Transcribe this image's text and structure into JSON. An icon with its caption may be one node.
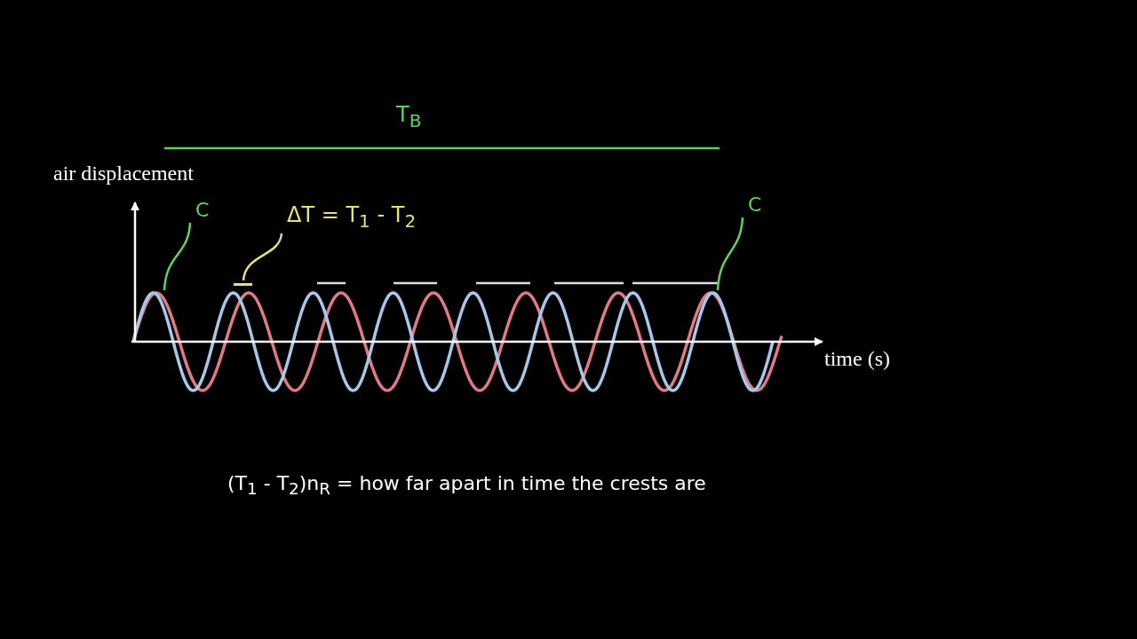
{
  "diagram": {
    "nodes": [
      {
        "text": [
          "C"
        ]
      },
      {
        "text": [
          "ΔT = T$_{1}$ - T$_{2}$"
        ]
      },
      {
        "text": [
          "C"
        ]
      },
      {
        "text": [],
        "shape": "bar"
      },
      {
        "text": [],
        "shape": "picture"
      }
    ],
    "edges": [
      {
        "from": 0,
        "to": 4,
        "arrow": "none"
      },
      {
        "from": 1,
        "to": 3,
        "arrow": "none",
        "color": "#e8e070"
      },
      {
        "from": 2,
        "to": 4,
        "arrow": "none"
      }
    ],
    "labels": [
      "T$_{B}$",
      "air displacement",
      "time (s)",
      "(T$_{1}$ - T$_{2}$)n$_{R}$ = how far apart in time the crests are"
    ]
  }
}
